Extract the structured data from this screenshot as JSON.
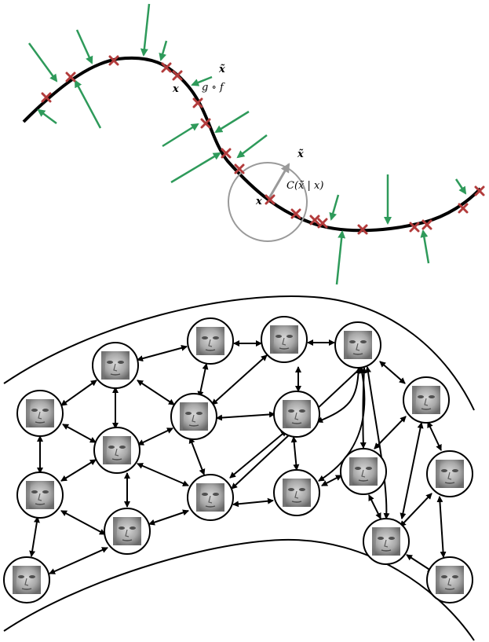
{
  "colors": {
    "curve": "#000000",
    "arrow": "#2e9a5a",
    "cross": "#b23b3b",
    "corrupt_arrow": "#9a9a9a",
    "circle": "#9a9a9a",
    "node_stroke": "#000000"
  },
  "top_panel": {
    "labels": {
      "x_tilde_top": "x̃",
      "x_top": "x",
      "g_f": "g ∘ f",
      "x_tilde_circle": "x̃",
      "conditional": "C(x̃ | x)",
      "x_circle": "x"
    }
  },
  "bottom_panel": {
    "node_content": "face-thumbnail"
  }
}
